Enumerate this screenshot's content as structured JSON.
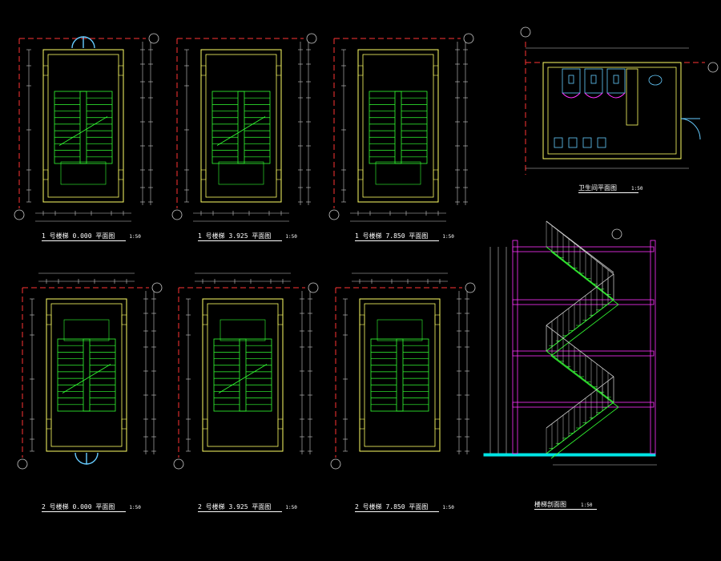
{
  "colors": {
    "background": "#000000",
    "wall": "#ffff66",
    "stair": "#33ff33",
    "dimension": "#cccccc",
    "axis": "#ff3333",
    "structure": "#ff33ff",
    "fixture": "#66ccff",
    "ground": "#00e5e5",
    "text": "#ffffff"
  },
  "drawings": {
    "plan_1a": {
      "title": "1 号楼梯  0.000 平面图",
      "scale": "1:50"
    },
    "plan_1b": {
      "title": "1 号楼梯  3.925 平面图",
      "scale": "1:50"
    },
    "plan_1c": {
      "title": "1 号楼梯  7.850 平面图",
      "scale": "1:50"
    },
    "plan_2a": {
      "title": "2 号楼梯  0.000 平面图",
      "scale": "1:50"
    },
    "plan_2b": {
      "title": "2 号楼梯  3.925 平面图",
      "scale": "1:50"
    },
    "plan_2c": {
      "title": "2 号楼梯  7.850 平面图",
      "scale": "1:50"
    },
    "toilet": {
      "title": "卫生间平面图",
      "scale": "1:50"
    },
    "section": {
      "title": "楼梯剖面图",
      "scale": "1:50"
    }
  }
}
